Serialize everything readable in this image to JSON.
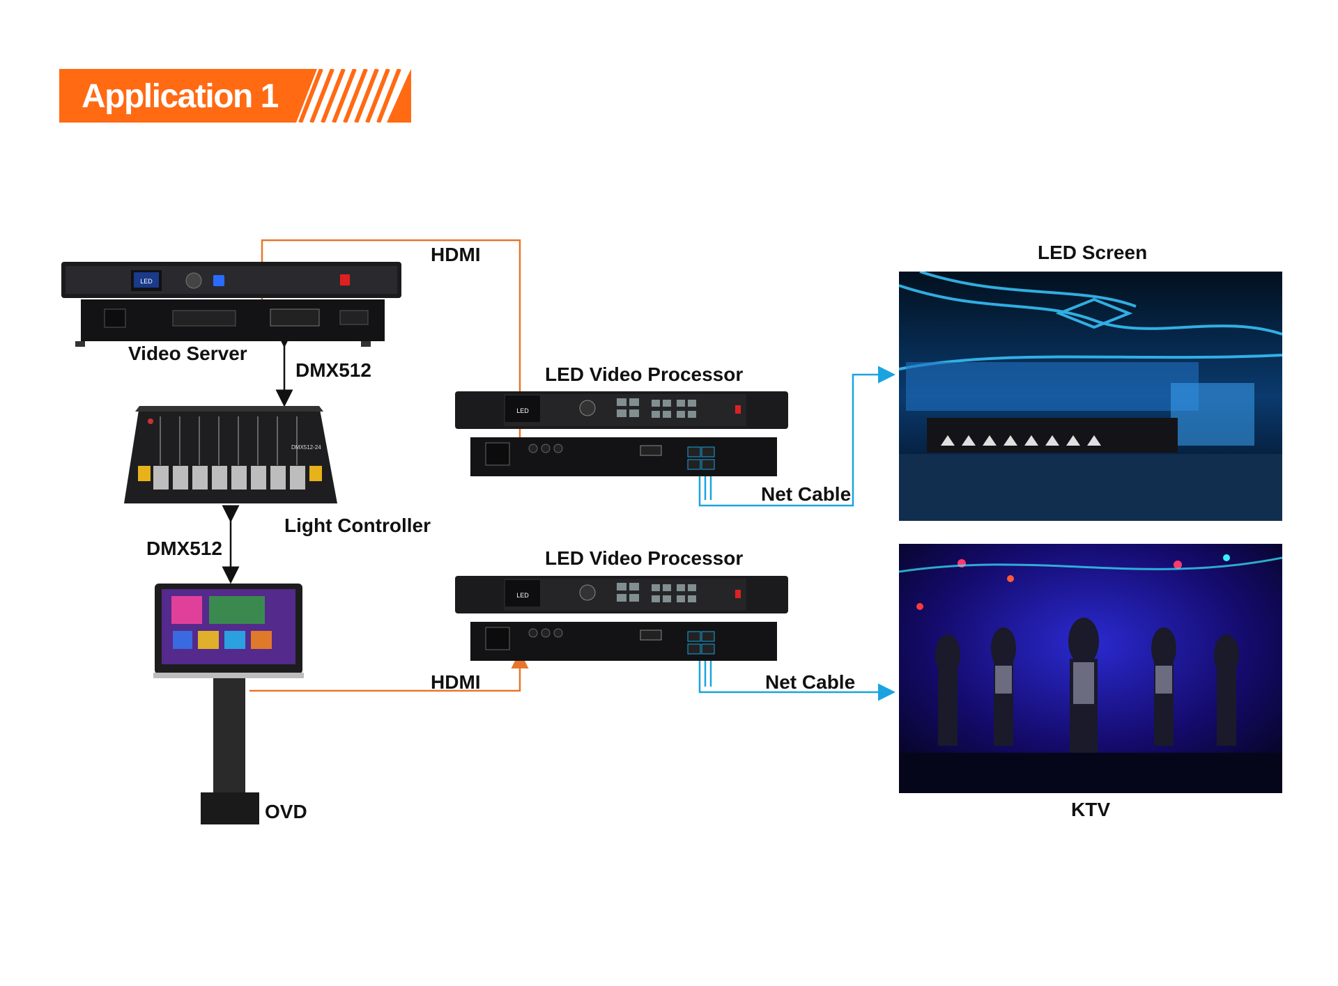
{
  "banner": {
    "title": "Application 1",
    "color": "#ff6a13"
  },
  "labels": {
    "hdmi_top": "HDMI",
    "hdmi_bottom": "HDMI",
    "video_server": "Video Server",
    "dmx_top": "DMX512",
    "dmx_bottom": "DMX512",
    "light_controller": "Light Controller",
    "ovd": "OVD",
    "processor_top": "LED Video Processor",
    "processor_bottom": "LED Video Processor",
    "net_cable_top": "Net Cable",
    "net_cable_bottom": "Net Cable",
    "led_screen": "LED Screen",
    "ktv": "KTV"
  },
  "device_text": {
    "processor_brand": "LED",
    "server_brand": "LED",
    "controller_model": "DMX512-24"
  },
  "colors": {
    "hdmi_line": "#e8762a",
    "net_line": "#1aa3e0",
    "arrow": "#111111"
  }
}
